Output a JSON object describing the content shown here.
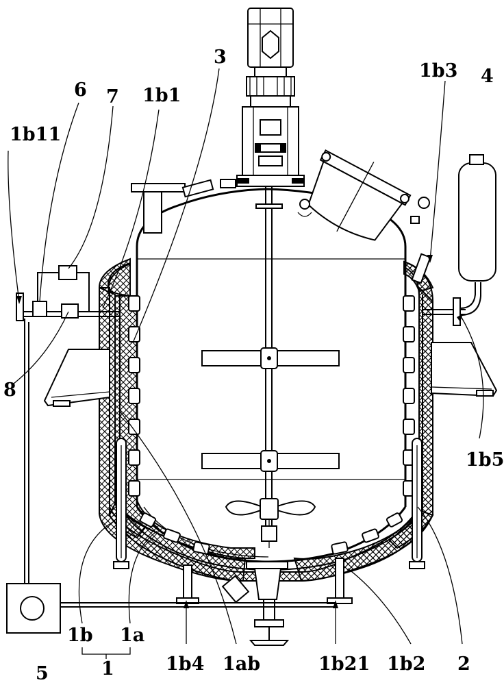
{
  "diagram": {
    "labels": {
      "l_1b11": "1b11",
      "l_6": "6",
      "l_7": "7",
      "l_1b1": "1b1",
      "l_3": "3",
      "l_1b3": "1b3",
      "l_4": "4",
      "l_8": "8",
      "l_1b5": "1b5",
      "l_2": "2",
      "l_1b": "1b",
      "l_1a": "1a",
      "l_1": "1",
      "l_5": "5",
      "l_1b4": "1b4",
      "l_1ab": "1ab",
      "l_1b21": "1b21",
      "l_1b2": "1b2"
    }
  }
}
